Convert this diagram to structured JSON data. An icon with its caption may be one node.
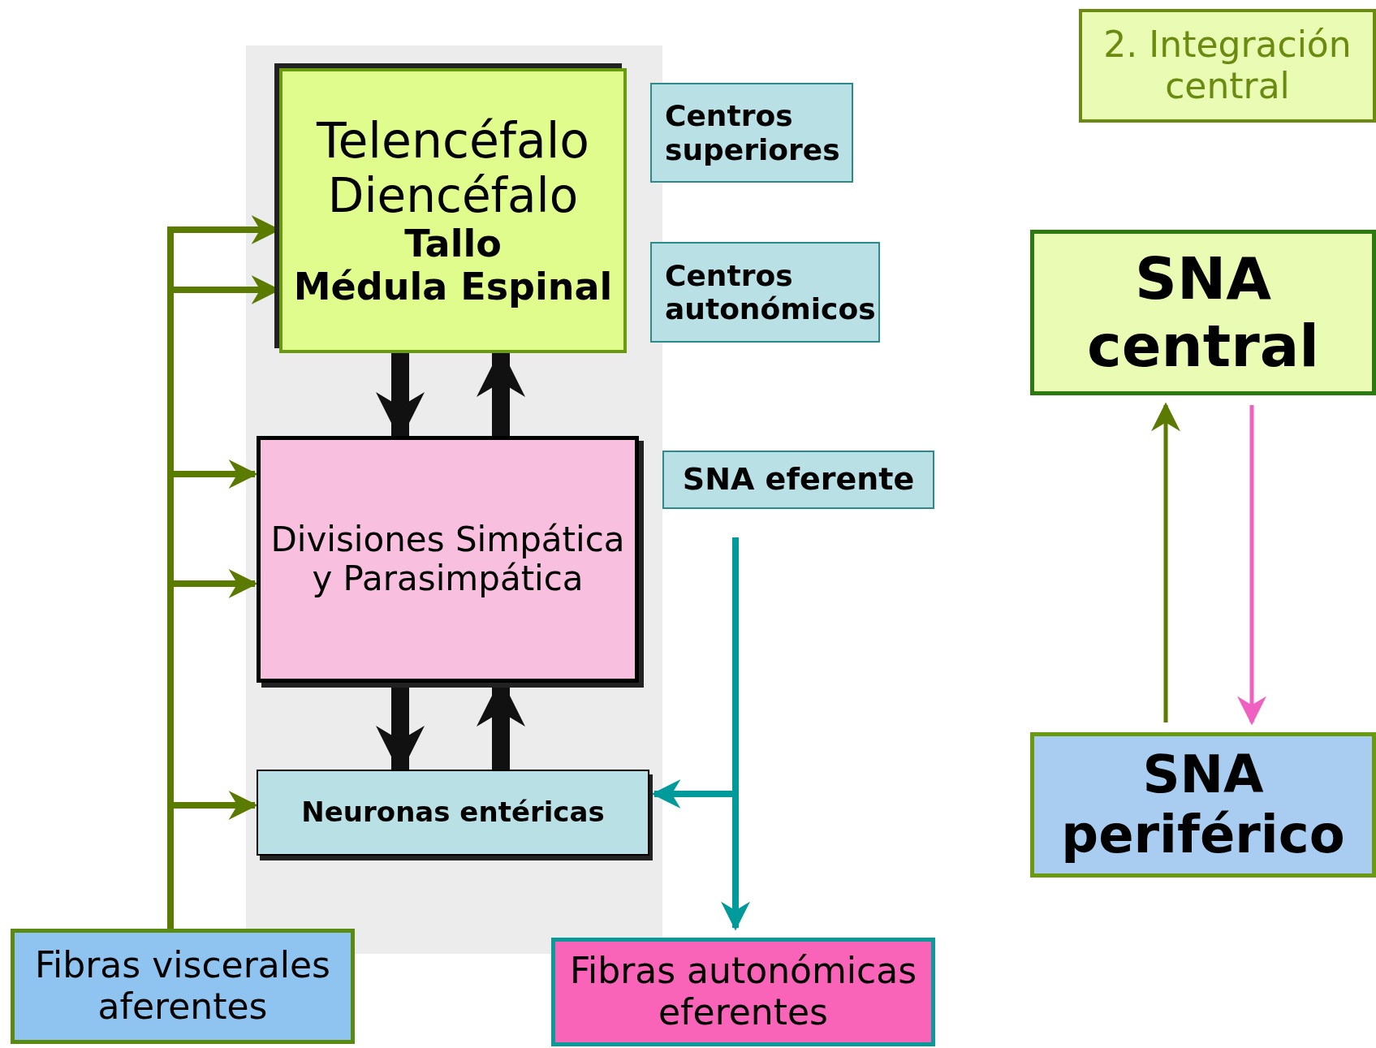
{
  "diagram": {
    "nodes": [
      {
        "text": [
          "Telencéfalo",
          "Diencéfalo",
          "Tallo",
          "Médula Espinal"
        ]
      },
      {
        "text": [
          "Centros superiores"
        ]
      },
      {
        "text": [
          "Centros autonómicos"
        ]
      },
      {
        "text": [
          "Divisiones Simpática y Parasimpática"
        ]
      },
      {
        "text": [
          "SNA eferente"
        ]
      },
      {
        "text": [
          "Neuronas entéricas"
        ]
      },
      {
        "text": [
          "Fibras viscerales aferentes"
        ]
      },
      {
        "text": [
          "Fibras autonómicas eferentes"
        ]
      },
      {
        "text": [
          "2. Integración central"
        ]
      },
      {
        "text": [
          "SNA central"
        ]
      },
      {
        "text": [
          "SNA periférico"
        ]
      }
    ],
    "edges": [
      {
        "from": 0,
        "to": 3,
        "arrow": "to",
        "style": "thick",
        "color": "#111111"
      },
      {
        "from": 3,
        "to": 0,
        "arrow": "to",
        "style": "thick",
        "color": "#111111"
      },
      {
        "from": 3,
        "to": 5,
        "arrow": "to",
        "style": "thick",
        "color": "#111111"
      },
      {
        "from": 5,
        "to": 3,
        "arrow": "to",
        "style": "thick",
        "color": "#111111"
      },
      {
        "from": 6,
        "to": 0,
        "arrow": "to"
      },
      {
        "from": 6,
        "to": 0,
        "arrow": "to"
      },
      {
        "from": 6,
        "to": 3,
        "arrow": "to"
      },
      {
        "from": 6,
        "to": 3,
        "arrow": "to"
      },
      {
        "from": 6,
        "to": 5,
        "arrow": "to"
      },
      {
        "from": 4,
        "to": 7,
        "arrow": "to",
        "color": "#009a9a"
      },
      {
        "from": 4,
        "to": 5,
        "arrow": "to",
        "color": "#009a9a"
      },
      {
        "from": 10,
        "to": 9,
        "arrow": "to"
      },
      {
        "from": 9,
        "to": 10,
        "arrow": "to",
        "color": "#f060c0"
      }
    ]
  }
}
